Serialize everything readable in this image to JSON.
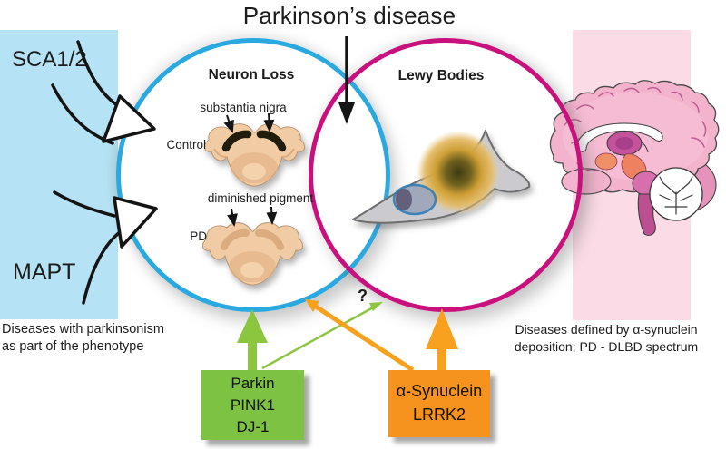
{
  "title": "Parkinson’s disease",
  "venn": {
    "left_circle_label": "Neuron Loss",
    "right_circle_label": "Lewy Bodies",
    "question_mark": "?"
  },
  "neuron_loss_panel": {
    "substantia_nigra_label": "substantia nigra",
    "control_label": "Control",
    "diminished_pigment_label": "diminished pigment",
    "pd_label": "PD"
  },
  "left_panel": {
    "gene_top": "SCA1/2",
    "gene_bottom": "MAPT",
    "caption_line1": "Diseases with parkinsonism",
    "caption_line2": "as part of the phenotype"
  },
  "right_panel": {
    "caption_line1": "Diseases defined by α-synuclein",
    "caption_line2": "deposition; PD - DLBD spectrum"
  },
  "gene_boxes": {
    "green": {
      "lines": [
        "Parkin",
        "PINK1",
        "DJ-1"
      ]
    },
    "orange": {
      "lines": [
        "α-Synuclein",
        "LRRK2"
      ]
    }
  },
  "colors": {
    "neuron_loss_circle": "#29a9df",
    "lewy_bodies_circle": "#c9117e",
    "left_panel_bg": "#b5e2f4",
    "right_panel_bg": "#fadbe6",
    "green_box": "#7dc243",
    "orange_box": "#f6921e",
    "green_arrow": "#8cc63f",
    "orange_arrow": "#f7a11e",
    "midbrain_tissue": "#f0cba3",
    "substantia_nigra_pigment": "#241a10"
  },
  "icons": {
    "down_arrow": "black arrow from title into venn overlap",
    "curved_arrows": "open black curved arrows from SCA1/2 and MAPT into Neuron Loss circle",
    "control_midbrain": "midbrain section with dark substantia nigra pigment",
    "pd_midbrain": "midbrain section with diminished pigment",
    "neuron_cell": "gray neuron with blue nucleus and golden Lewy body inclusion",
    "brain": "sagittal brain illustration"
  }
}
